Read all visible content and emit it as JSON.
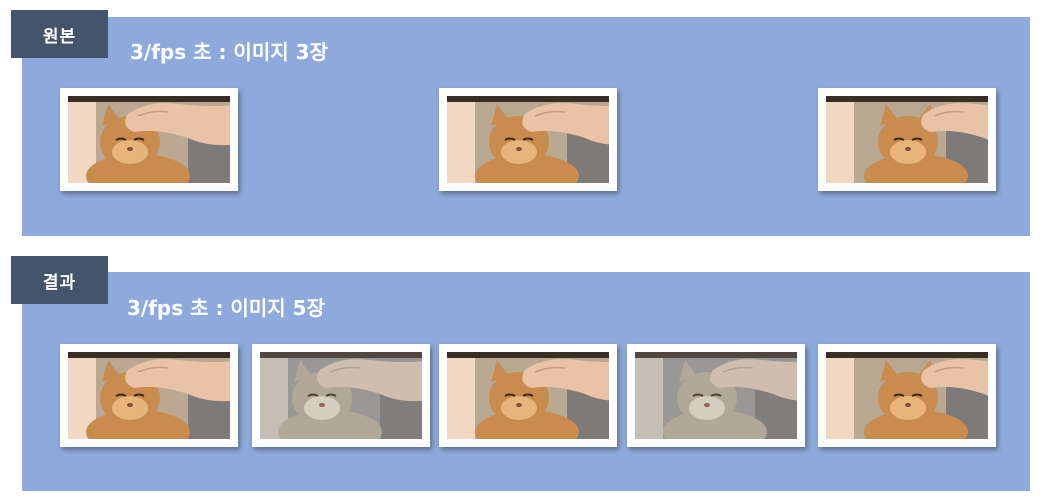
{
  "original": {
    "tag": "원본",
    "caption": "3/fps 초 : 이미지 3장",
    "frames": [
      {
        "icon": "cat-photo-icon",
        "style": "normal"
      },
      {
        "icon": "cat-photo-icon",
        "style": "normal"
      },
      {
        "icon": "cat-photo-icon",
        "style": "normal"
      }
    ]
  },
  "result": {
    "tag": "결과",
    "caption": "3/fps 초 : 이미지 5장",
    "frames": [
      {
        "icon": "cat-photo-icon",
        "style": "normal"
      },
      {
        "icon": "cat-photo-icon",
        "style": "interpolated"
      },
      {
        "icon": "cat-photo-icon",
        "style": "normal"
      },
      {
        "icon": "cat-photo-icon",
        "style": "interpolated"
      },
      {
        "icon": "cat-photo-icon",
        "style": "normal"
      }
    ]
  },
  "colors": {
    "panel": "#8eaadc",
    "tag": "#44546a",
    "text": "#ffffff"
  }
}
